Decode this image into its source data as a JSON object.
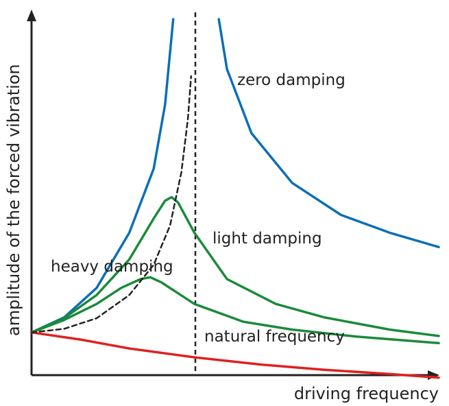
{
  "chart_data": {
    "type": "line",
    "xlabel": "driving frequency",
    "ylabel": "amplitude of the forced vibration",
    "xlim": [
      0,
      2.5
    ],
    "ylim": [
      0,
      1
    ],
    "grid": false,
    "natural_frequency_label": "natural frequency",
    "natural_frequency_x": 1.0,
    "series": [
      {
        "name": "zero damping",
        "color": "#0a6fb7",
        "points": [
          [
            0,
            0.12
          ],
          [
            0.2,
            0.162
          ],
          [
            0.4,
            0.245
          ],
          [
            0.6,
            0.4
          ],
          [
            0.75,
            0.58
          ],
          [
            0.82,
            0.76
          ],
          [
            0.87,
            1.0
          ],
          [
            null,
            null
          ],
          [
            1.15,
            1.0
          ],
          [
            1.2,
            0.86
          ],
          [
            1.35,
            0.68
          ],
          [
            1.6,
            0.54
          ],
          [
            1.9,
            0.45
          ],
          [
            2.2,
            0.4
          ],
          [
            2.5,
            0.36
          ]
        ]
      },
      {
        "name": "light damping",
        "color": "#1b8a3b",
        "points": [
          [
            0,
            0.12
          ],
          [
            0.2,
            0.16
          ],
          [
            0.4,
            0.225
          ],
          [
            0.6,
            0.325
          ],
          [
            0.75,
            0.44
          ],
          [
            0.82,
            0.49
          ],
          [
            0.86,
            0.5
          ],
          [
            0.9,
            0.485
          ],
          [
            1.0,
            0.4
          ],
          [
            1.2,
            0.27
          ],
          [
            1.5,
            0.2
          ],
          [
            1.8,
            0.162
          ],
          [
            2.2,
            0.128
          ],
          [
            2.5,
            0.11
          ]
        ]
      },
      {
        "name": "light damping",
        "color": "#1b8a3b",
        "points": [
          [
            0,
            0.12
          ],
          [
            0.2,
            0.155
          ],
          [
            0.4,
            0.2
          ],
          [
            0.55,
            0.245
          ],
          [
            0.67,
            0.27
          ],
          [
            0.73,
            0.275
          ],
          [
            0.8,
            0.26
          ],
          [
            1.0,
            0.2
          ],
          [
            1.3,
            0.15
          ],
          [
            1.6,
            0.128
          ],
          [
            2.0,
            0.108
          ],
          [
            2.5,
            0.09
          ]
        ]
      },
      {
        "name": "heavy damping",
        "color": "#e02020",
        "points": [
          [
            0,
            0.12
          ],
          [
            0.3,
            0.1
          ],
          [
            0.6,
            0.075
          ],
          [
            1.0,
            0.05
          ],
          [
            1.4,
            0.03
          ],
          [
            1.8,
            0.015
          ],
          [
            2.2,
            0.003
          ],
          [
            2.5,
            -0.007
          ]
        ]
      },
      {
        "name": "natural frequency",
        "color": "#222222",
        "dashed": true,
        "points": [
          [
            0,
            0.12
          ],
          [
            0.2,
            0.13
          ],
          [
            0.4,
            0.16
          ],
          [
            0.6,
            0.225
          ],
          [
            0.75,
            0.31
          ],
          [
            0.85,
            0.42
          ],
          [
            0.92,
            0.57
          ],
          [
            0.96,
            0.72
          ],
          [
            0.98,
            0.84
          ]
        ]
      }
    ],
    "annotations": {
      "zero": "zero damping",
      "light": "light damping",
      "heavy": "heavy damping",
      "natural": "natural frequency"
    }
  }
}
